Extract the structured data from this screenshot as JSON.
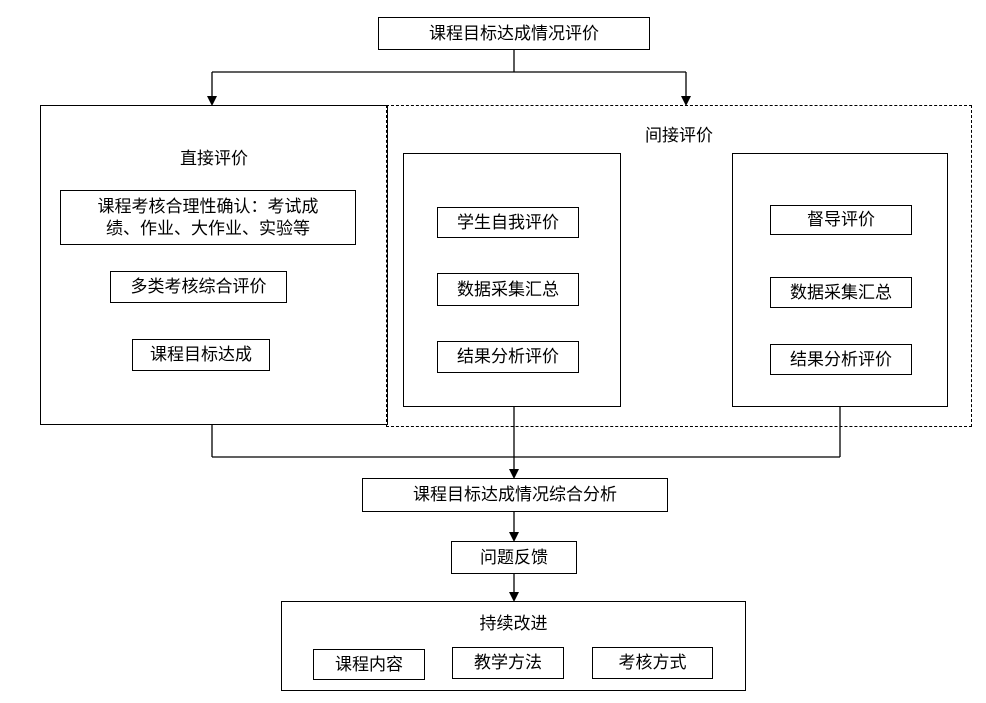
{
  "top": {
    "title": "课程目标达成情况评价"
  },
  "direct": {
    "heading": "直接评价",
    "step1_line1": "课程考核合理性确认：考试成",
    "step1_line2": "绩、作业、大作业、实验等",
    "step2": "多类考核综合评价",
    "step3": "课程目标达成"
  },
  "indirect": {
    "heading": "间接评价",
    "student": {
      "step1": "学生自我评价",
      "step2": "数据采集汇总",
      "step3": "结果分析评价"
    },
    "supervisor": {
      "step1": "督导评价",
      "step2": "数据采集汇总",
      "step3": "结果分析评价"
    }
  },
  "analysis": "课程目标达成情况综合分析",
  "feedback": "问题反馈",
  "improve": {
    "heading": "持续改进",
    "items": [
      "课程内容",
      "教学方法",
      "考核方式"
    ]
  }
}
